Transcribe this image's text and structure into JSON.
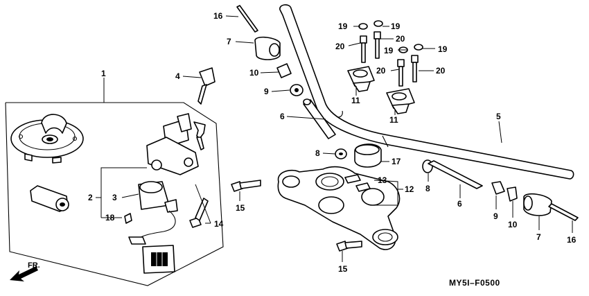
{
  "diagram_code": "MY5I–F0500",
  "direction_label": "FR.",
  "callouts": {
    "c1": "1",
    "c2": "2",
    "c3": "3",
    "c4": "4",
    "c5": "5",
    "c6a": "6",
    "c6b": "6",
    "c7a": "7",
    "c7b": "7",
    "c8a": "8",
    "c8b": "8",
    "c9a": "9",
    "c9b": "9",
    "c10a": "10",
    "c10b": "10",
    "c11a": "11",
    "c11b": "11",
    "c12": "12",
    "c13": "13",
    "c14": "14",
    "c15a": "15",
    "c15b": "15",
    "c16a": "16",
    "c16b": "16",
    "c17": "17",
    "c18": "18",
    "c19a": "19",
    "c19b": "19",
    "c19c": "19",
    "c19d": "19",
    "c20a": "20",
    "c20b": "20",
    "c20c": "20",
    "c20d": "20"
  }
}
